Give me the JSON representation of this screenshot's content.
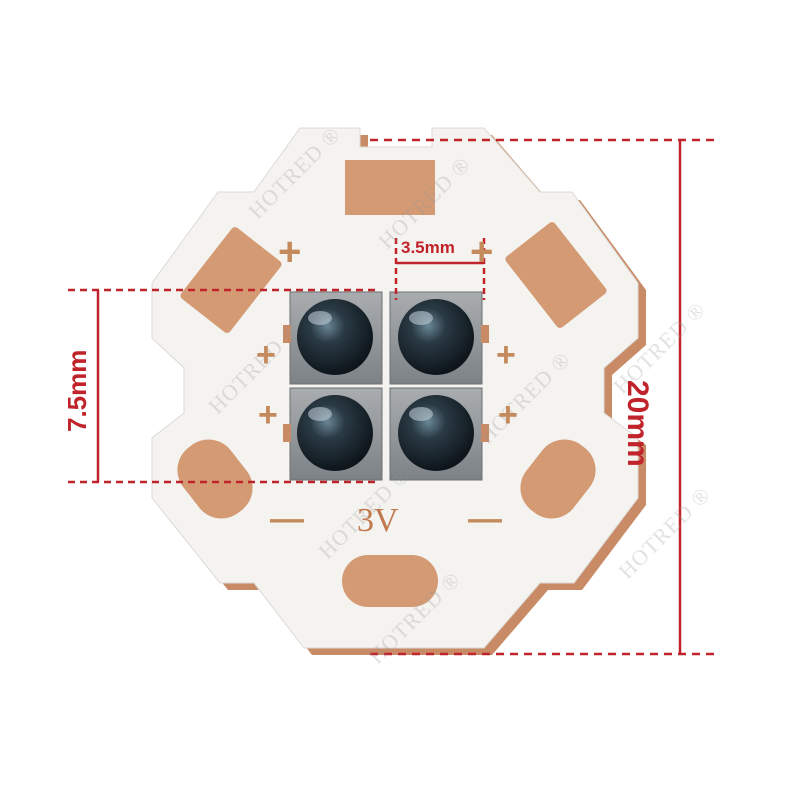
{
  "dimensions": {
    "height_label": "20mm",
    "width_label": "7.5mm",
    "pitch_label": "3.5mm"
  },
  "board": {
    "voltage_label": "3V",
    "plus_sign": "+",
    "minus_sign": "—"
  },
  "watermark": {
    "text": "HOTRED ®"
  },
  "colors": {
    "copper": "#d39a74",
    "board": "#f4f3f0",
    "dimension": "#c0242a",
    "led_lens": "#1c2a33"
  }
}
